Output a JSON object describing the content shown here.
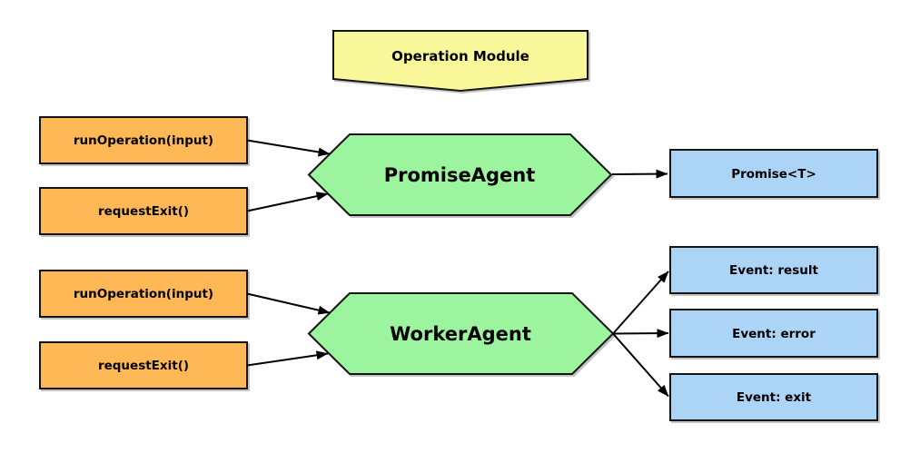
{
  "banner": {
    "label": "Operation Module"
  },
  "agents": [
    {
      "label": "PromiseAgent"
    },
    {
      "label": "WorkerAgent"
    }
  ],
  "inputs": [
    {
      "label": "runOperation(input)"
    },
    {
      "label": "requestExit()"
    },
    {
      "label": "runOperation(input)"
    },
    {
      "label": "requestExit()"
    }
  ],
  "outputs": [
    {
      "label": "Promise<T>"
    },
    {
      "label": "Event: result"
    },
    {
      "label": "Event: error"
    },
    {
      "label": "Event: exit"
    }
  ],
  "edges": [
    {
      "from": "runOperation(input)",
      "to": "PromiseAgent"
    },
    {
      "from": "requestExit()",
      "to": "PromiseAgent"
    },
    {
      "from": "PromiseAgent",
      "to": "Promise<T>"
    },
    {
      "from": "runOperation(input)",
      "to": "WorkerAgent"
    },
    {
      "from": "requestExit()",
      "to": "WorkerAgent"
    },
    {
      "from": "WorkerAgent",
      "to": "Event: result"
    },
    {
      "from": "WorkerAgent",
      "to": "Event: error"
    },
    {
      "from": "WorkerAgent",
      "to": "Event: exit"
    }
  ],
  "colors": {
    "banner_fill": "#F8F89B",
    "input_fill": "#FFB855",
    "agent_fill": "#9CF59E",
    "output_fill": "#ABD4F6",
    "arrow": "#000000"
  }
}
